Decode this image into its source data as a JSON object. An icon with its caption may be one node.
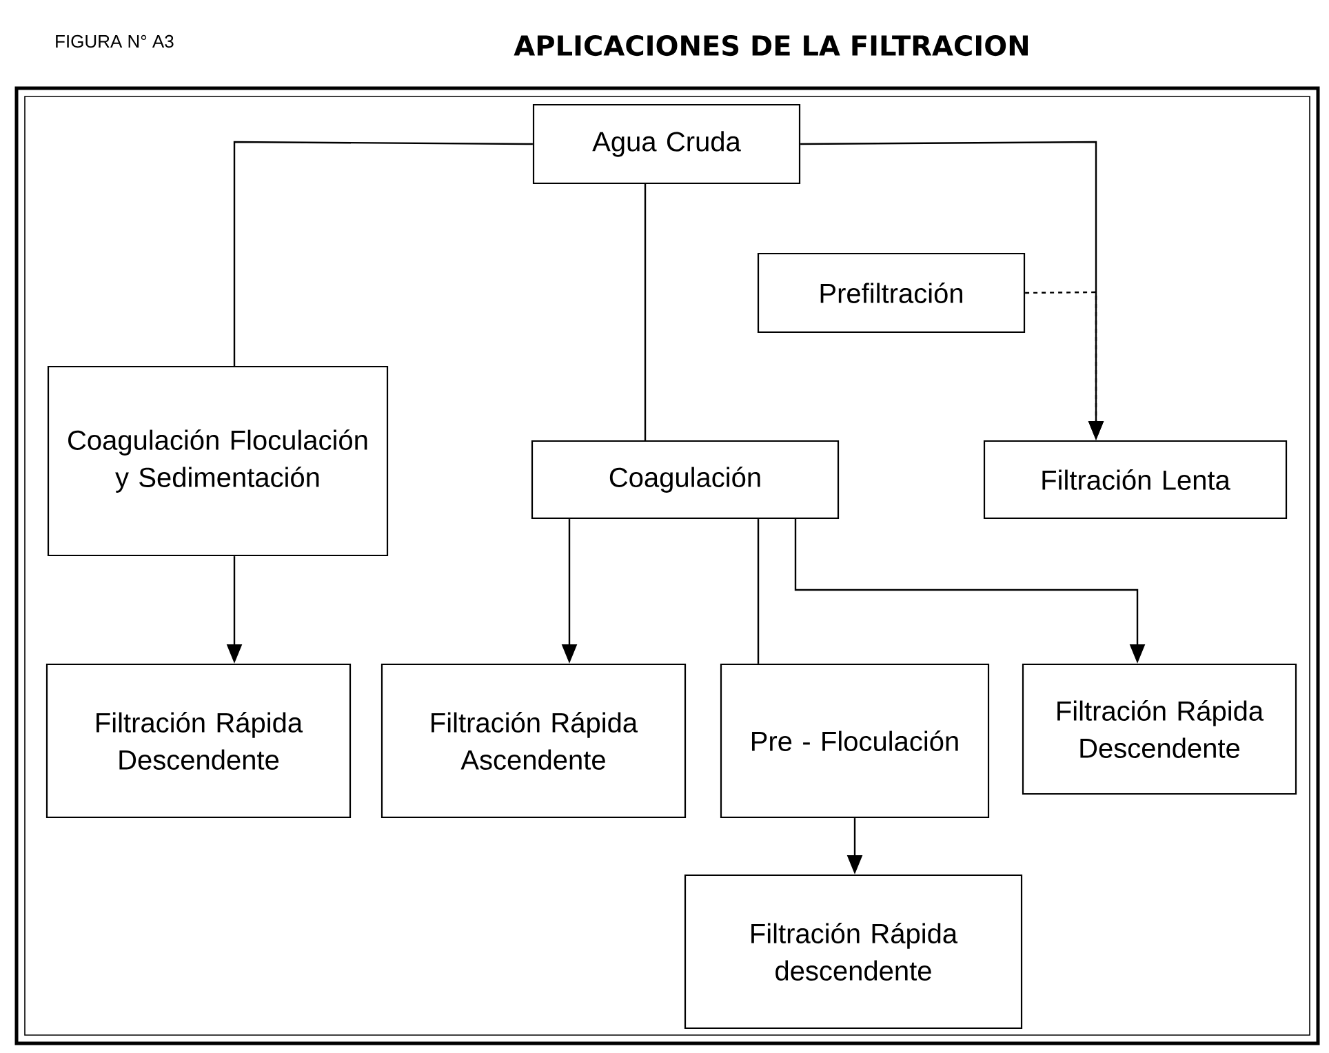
{
  "diagram": {
    "title": "APLICACIONES DE LA FILTRACION",
    "nodes": [
      {
        "text": [
          "Agua Cruda"
        ]
      },
      {
        "text": [
          "Prefiltración"
        ]
      },
      {
        "text": [
          "Coagulación Floculación y Sedimentación"
        ]
      },
      {
        "text": [
          "Coagulación"
        ]
      },
      {
        "text": [
          "Filtración Lenta"
        ]
      },
      {
        "text": [
          "Filtración Rápida Descendente"
        ]
      },
      {
        "text": [
          "Filtración Rápida Ascendente"
        ]
      },
      {
        "text": [
          "Pre - Floculación"
        ]
      },
      {
        "text": [
          "Filtración Rápida Descendente"
        ]
      },
      {
        "text": [
          "Filtración Rápida descendente"
        ]
      }
    ],
    "edges": [
      {
        "from": 0,
        "to": 2,
        "arrow": "none"
      },
      {
        "from": 0,
        "to": 3,
        "arrow": "none"
      },
      {
        "from": 0,
        "to": 4,
        "arrow": "to"
      },
      {
        "from": 1,
        "to": 4,
        "arrow": "to",
        "style": "dashed"
      },
      {
        "from": 2,
        "to": 5,
        "arrow": "to"
      },
      {
        "from": 3,
        "to": 6,
        "arrow": "to"
      },
      {
        "from": 3,
        "to": 7,
        "arrow": "none"
      },
      {
        "from": 3,
        "to": 8,
        "arrow": "to"
      },
      {
        "from": 7,
        "to": 9,
        "arrow": "to"
      }
    ],
    "labels": [
      "FIGURA N° A3"
    ]
  }
}
